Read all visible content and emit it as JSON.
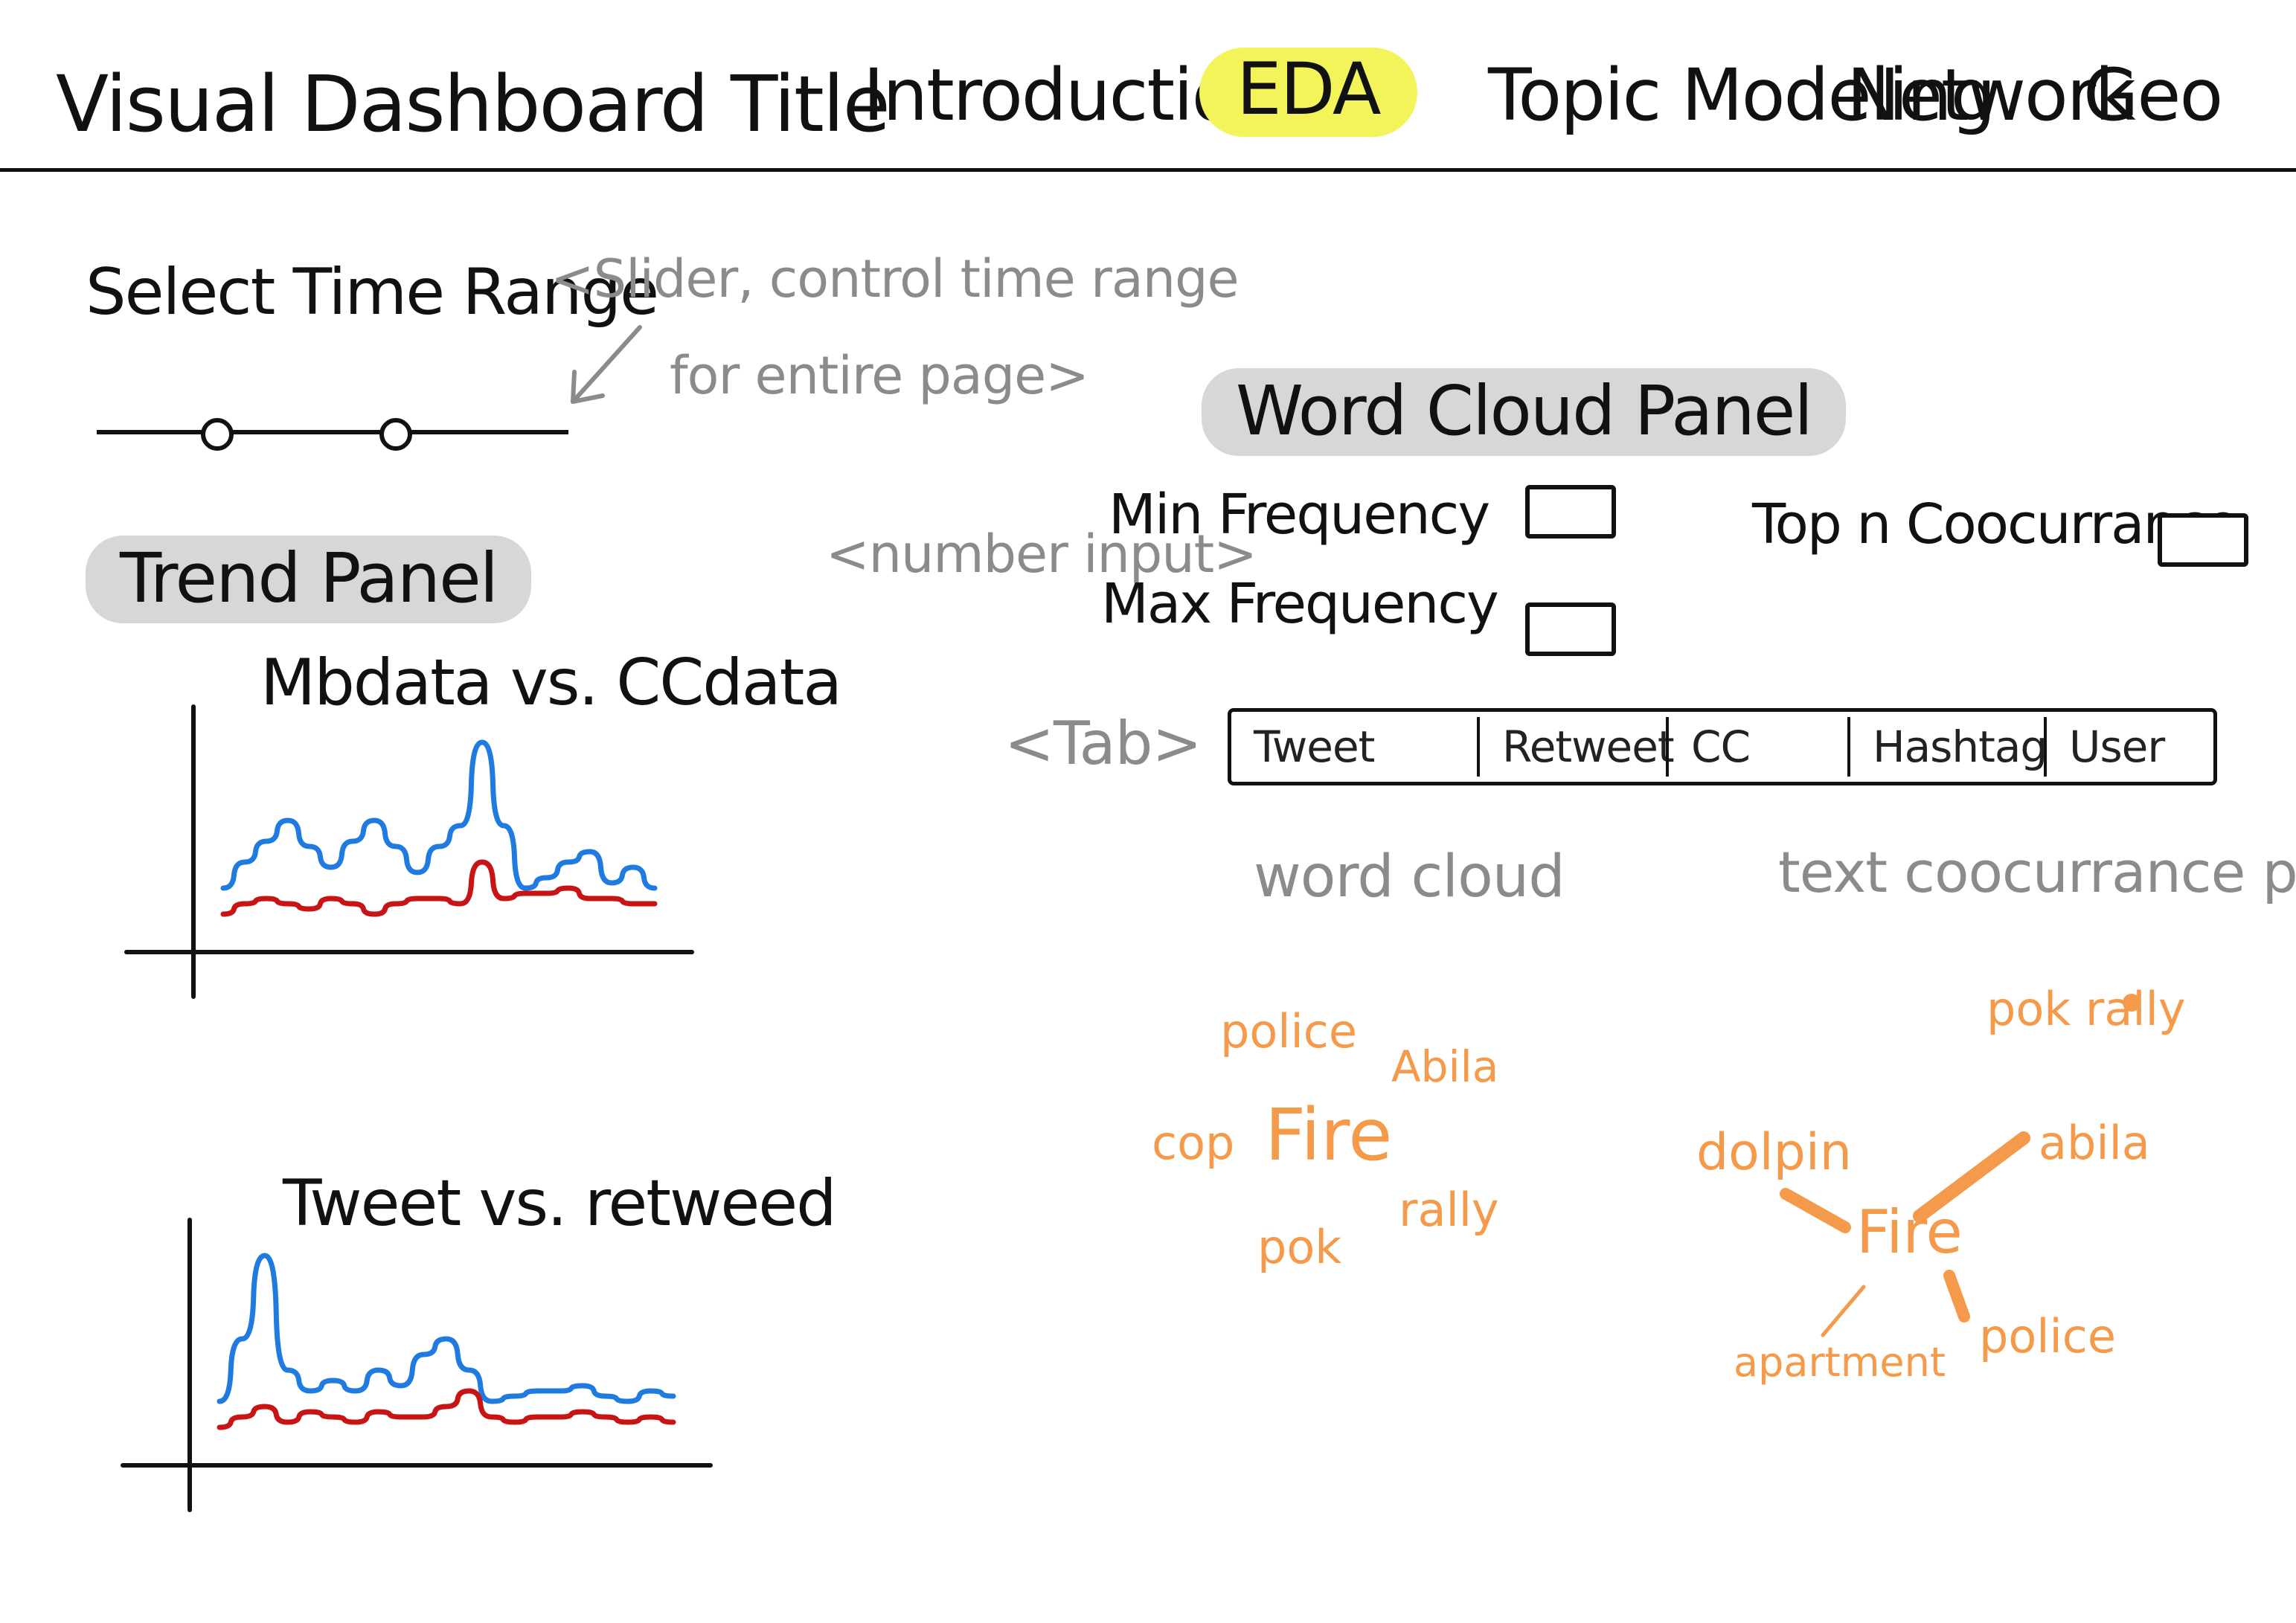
{
  "nav": {
    "title": "Visual Dashboard Title",
    "tabs": [
      {
        "label": "Introduction"
      },
      {
        "label": "EDA",
        "active": true
      },
      {
        "label": "Topic Modeling"
      },
      {
        "label": "Network"
      },
      {
        "label": "Geo"
      }
    ]
  },
  "time_range": {
    "label": "Select Time Range",
    "note_line1": "<Slider, control time range",
    "note_line2": "for entire page>"
  },
  "trend_panel": {
    "title": "Trend Panel",
    "chart1_title": "Mbdata vs. CCdata",
    "chart2_title": "Tweet vs. retweed"
  },
  "word_cloud_panel": {
    "title": "Word Cloud Panel",
    "number_input_note": "<number input>",
    "min_frequency_label": "Min Frequency",
    "max_frequency_label": "Max Frequency",
    "top_n_label": "Top n Coocurrance",
    "tab_note": "<Tab>",
    "tabs": [
      "Tweet",
      "Retweet",
      "CC",
      "Hashtag",
      "User"
    ],
    "word_cloud_caption": "word cloud",
    "cooccurrence_caption": "text coocurrance plot",
    "cloud_words": [
      "police",
      "Abila",
      "cop",
      "Fire",
      "pok",
      "rally"
    ],
    "network": {
      "center": "Fire",
      "nodes": [
        "pok rally",
        "dolpin",
        "abila",
        "apartment",
        "police"
      ]
    }
  },
  "colors": {
    "accent_highlight": "#f3f45a",
    "series_blue": "#1f7be0",
    "series_red": "#c81414",
    "annotation_orange": "#f59a4a",
    "pill_gray": "#d7d7d7",
    "note_gray": "#8b8b8b"
  },
  "chart_data": [
    {
      "type": "line",
      "title": "Mbdata vs. CCdata",
      "x": [
        0,
        1,
        2,
        3,
        4,
        5,
        6,
        7,
        8,
        9,
        10,
        11,
        12,
        13,
        14,
        15,
        16,
        17,
        18,
        19,
        20
      ],
      "series": [
        {
          "values": [
            8,
            13,
            17,
            21,
            16,
            12,
            17,
            21,
            16,
            11,
            16,
            20,
            36,
            20,
            8,
            10,
            13,
            15,
            9,
            12,
            8
          ]
        },
        {
          "values": [
            3,
            5,
            6,
            5,
            4,
            6,
            5,
            3,
            5,
            6,
            6,
            5,
            13,
            6,
            7,
            7,
            8,
            6,
            6,
            5,
            5
          ]
        }
      ],
      "ylim": [
        0,
        40
      ]
    },
    {
      "type": "line",
      "title": "Tweet vs. retweed",
      "x": [
        0,
        1,
        2,
        3,
        4,
        5,
        6,
        7,
        8,
        9,
        10,
        11,
        12,
        13,
        14,
        15,
        16,
        17,
        18,
        19,
        20
      ],
      "series": [
        {
          "values": [
            8,
            20,
            36,
            14,
            10,
            12,
            10,
            14,
            11,
            17,
            20,
            14,
            8,
            9,
            10,
            10,
            11,
            9,
            8,
            10,
            9
          ]
        },
        {
          "values": [
            3,
            5,
            7,
            4,
            6,
            5,
            4,
            6,
            5,
            5,
            7,
            10,
            5,
            4,
            5,
            5,
            6,
            5,
            4,
            5,
            4
          ]
        }
      ],
      "ylim": [
        0,
        40
      ]
    }
  ]
}
